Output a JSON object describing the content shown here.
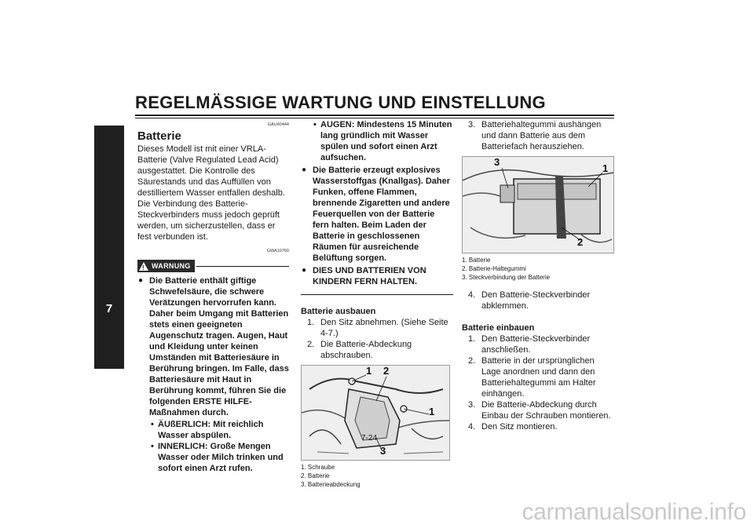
{
  "header": {
    "title": "REGELMÄSSIGE WARTUNG UND EINSTELLUNG"
  },
  "chapter_tab": "7",
  "page_number": "7-24",
  "footer_brand": "carmanualsonline.info",
  "column1": {
    "code": "GAU40444",
    "section_title": "Batterie",
    "intro": "Dieses Modell ist mit einer VRLA-Batterie (Valve Regulated Lead Acid) ausgestattet. Die Kontrolle des Säurestands und das Auffüllen von destilliertem Wasser entfallen deshalb. Die Verbindung des Batterie-Steckverbinders muss jedoch geprüft werden, um sicherzustellen, dass er fest verbunden ist.",
    "warning_code": "GWA10760",
    "warning_label": "WARNUNG",
    "warning_text": "Die Batterie enthält giftige Schwefelsäure, die schwere Verätzungen hervorrufen kann. Daher beim Umgang mit Batterien stets einen geeigneten Augenschutz tragen. Augen, Haut und Kleidung unter keinen Umständen mit Batteriesäure in Berührung bringen. Im Falle, dass Batteriesäure mit Haut in Berührung kommt, führen Sie die folgenden ERSTE HILFE-Maßnahmen durch.",
    "sub_items": [
      "ÄUßERLICH: Mit reichlich Wasser abspülen.",
      "INNERLICH: Große Mengen Wasser oder Milch trinken und sofort einen Arzt rufen."
    ]
  },
  "column2": {
    "sub_items": [
      "AUGEN: Mindestens 15 Minuten lang gründlich mit Wasser spülen und sofort einen Arzt aufsuchen."
    ],
    "bullets": [
      "Die Batterie erzeugt explosives Wasserstoffgas (Knallgas). Daher Funken, offene Flammen, brennende Zigaretten und andere Feuerquellen von der Batterie fern halten. Beim Laden der Batterie in geschlossenen Räumen für ausreichende Belüftung sorgen.",
      "DIES UND BATTERIEN VON KINDERN FERN HALTEN."
    ],
    "removal_title": "Batterie ausbauen",
    "removal_steps": [
      {
        "num": "1.",
        "text": "Den Sitz abnehmen. (Siehe Seite 4-7.)"
      },
      {
        "num": "2.",
        "text": "Die Batterie-Abdeckung abschrauben."
      }
    ],
    "figure_callouts": [
      "1",
      "2",
      "1",
      "3"
    ],
    "figure_captions": [
      "1. Schraube",
      "2. Batterie",
      "3. Batterieabdeckung"
    ]
  },
  "column3": {
    "steps_top": [
      {
        "num": "3.",
        "text": "Batteriehaltegummi aushängen und dann Batterie aus dem Batteriefach herausziehen."
      }
    ],
    "figure_callouts": [
      "3",
      "1",
      "2"
    ],
    "figure_captions": [
      "1. Batterie",
      "2. Batterie-Haltegummi",
      "3. Steckverbindung der Batterie"
    ],
    "steps_after": [
      {
        "num": "4.",
        "text": "Den Batterie-Steckverbinder abklemmen."
      }
    ],
    "install_title": "Batterie einbauen",
    "install_steps": [
      {
        "num": "1.",
        "text": "Den Batterie-Steckverbinder anschließen."
      },
      {
        "num": "2.",
        "text": "Batterie in der ursprünglichen Lage anordnen und dann den Batteriehaltegummi am Halter einhängen."
      },
      {
        "num": "3.",
        "text": "Die Batterie-Abdeckung durch Einbau der Schrauben montieren."
      },
      {
        "num": "4.",
        "text": "Den Sitz montieren."
      }
    ]
  }
}
